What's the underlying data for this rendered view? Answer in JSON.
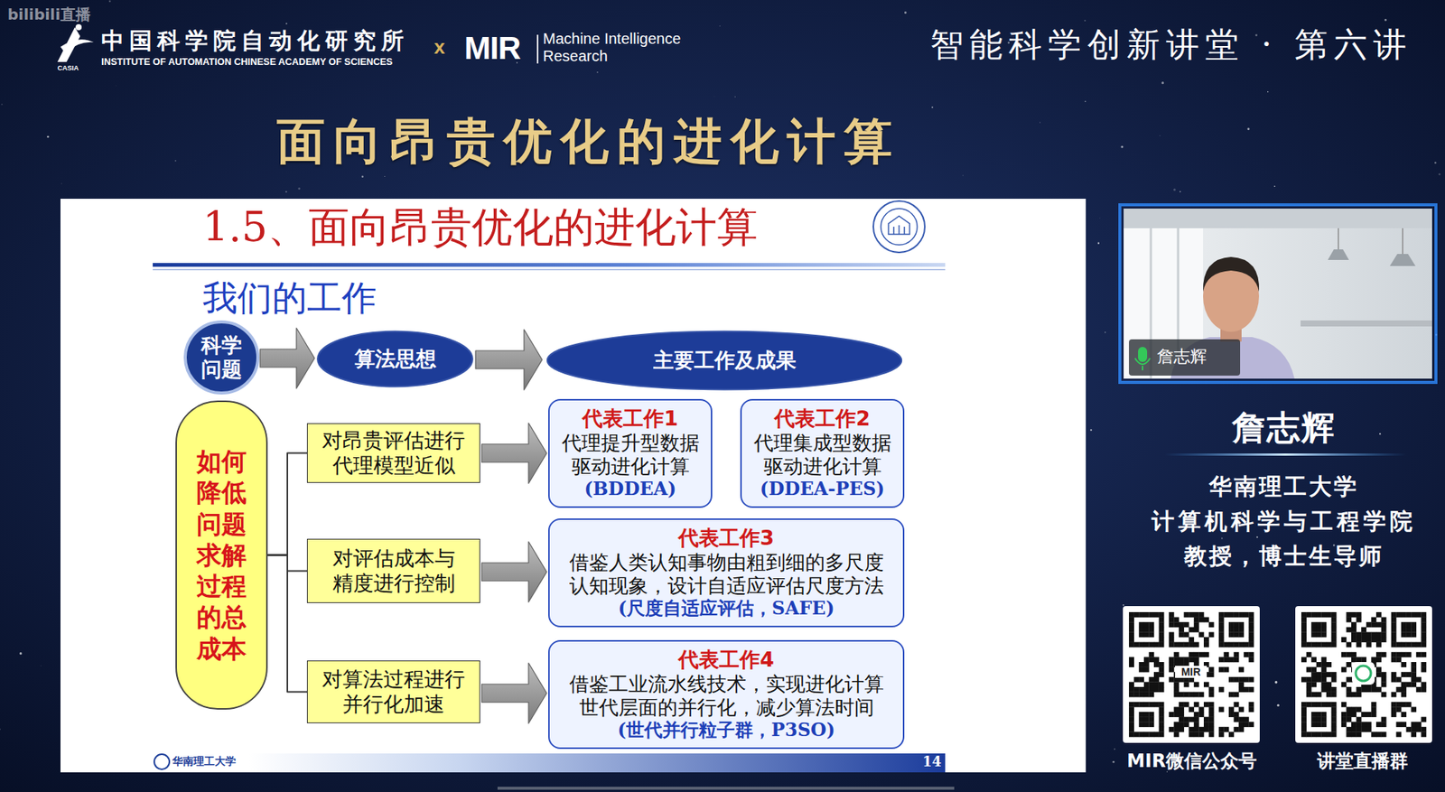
{
  "diagram": {
    "title": "面向昂贵优化的进化计算",
    "nodes": [
      {
        "text": [
          "科学问题"
        ]
      },
      {
        "text": [
          "算法思想"
        ]
      },
      {
        "text": [
          "主要工作及成果"
        ]
      },
      {
        "text": [
          "如何降低问题求解过程的总成本"
        ]
      },
      {
        "text": [
          "对昂贵评估进行代理模型近似"
        ]
      },
      {
        "text": [
          "代表工作1",
          "代理提升型数据驱动进化计算",
          "(BDDEA)"
        ]
      },
      {
        "text": [
          "代表工作2",
          "代理集成型数据驱动进化计算",
          "(DDEA-PES)"
        ]
      },
      {
        "text": [
          "对评估成本与精度进行控制"
        ]
      },
      {
        "text": [
          "代表工作3",
          "借鉴人类认知事物由粗到细的多尺度认知现象，设计自适应评估尺度方法",
          "(尺度自适应评估，SAFE)"
        ]
      },
      {
        "text": [
          "对算法过程进行并行化加速"
        ]
      },
      {
        "text": [
          "代表工作4",
          "借鉴工业流水线技术，实现进化计算世代层面的并行化，减少算法时间",
          "(世代并行粒子群，P3SO)"
        ]
      }
    ],
    "edges": [
      {
        "from": 0,
        "to": 1,
        "arrow": "to"
      },
      {
        "from": 1,
        "to": 2,
        "arrow": "to"
      },
      {
        "from": 3,
        "to": 4,
        "arrow": "none"
      },
      {
        "from": 3,
        "to": 7,
        "arrow": "none"
      },
      {
        "from": 3,
        "to": 9,
        "arrow": "none"
      },
      {
        "from": 4,
        "to": 5,
        "arrow": "to"
      },
      {
        "from": 7,
        "to": 8,
        "arrow": "to"
      },
      {
        "from": 9,
        "to": 10,
        "arrow": "to"
      }
    ],
    "labels": [
      "bilibili直播",
      "CASIA",
      "中国科学院自动化研究所",
      "INSTITUTE OF AUTOMATION CHINESE ACADEMY OF SCIENCES",
      "x",
      "MIR",
      "Machine Intelligence Research",
      "智能科学创新讲堂 · 第六讲",
      "1.5、面向昂贵优化的进化计算",
      "我们的工作",
      "14",
      "华南理工大学",
      "詹志辉",
      "詹志辉",
      "华南理工大学",
      "计算机科学与工程学院",
      "教授，博士生导师",
      "MIR",
      "MIR微信公众号",
      "讲堂直播群"
    ]
  }
}
